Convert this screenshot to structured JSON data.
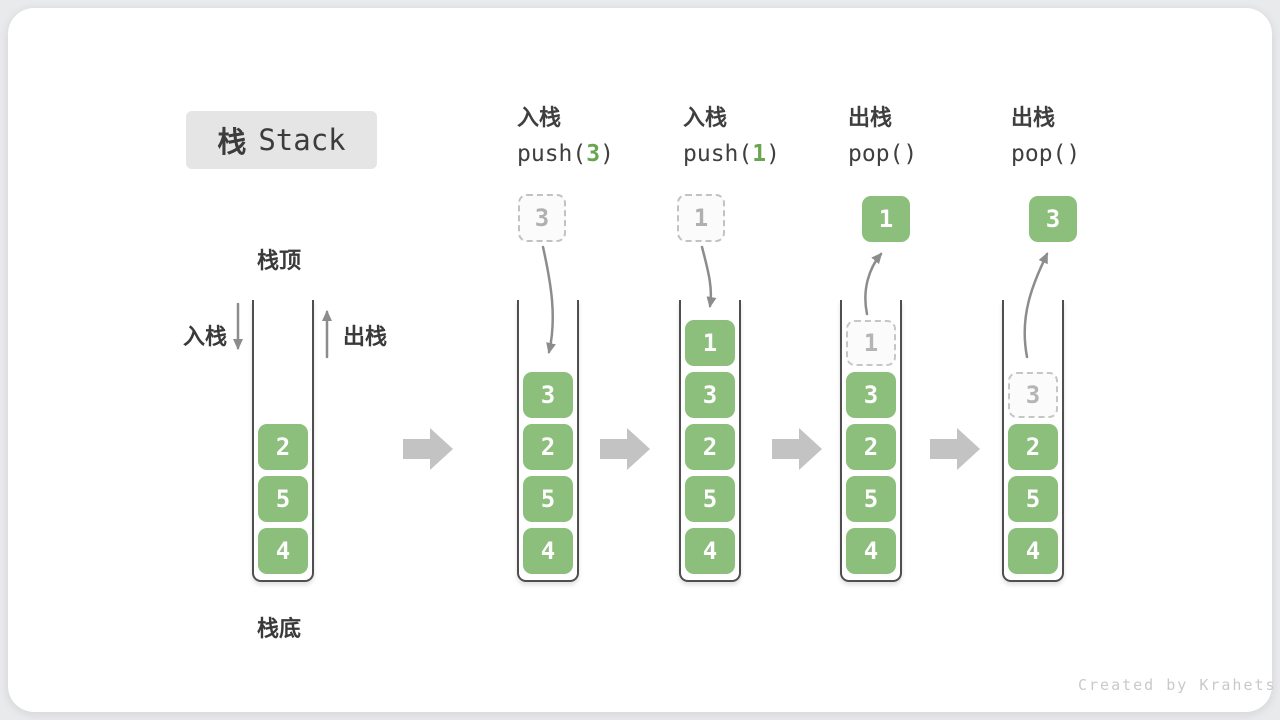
{
  "title": {
    "zh": "栈",
    "en": "Stack"
  },
  "annotations": {
    "stack_top": "栈顶",
    "stack_bottom": "栈底",
    "push_direction": "入栈",
    "pop_direction": "出栈"
  },
  "operations": [
    {
      "action": "入栈",
      "fn": "push(",
      "arg": "3",
      "close": ")"
    },
    {
      "action": "入栈",
      "fn": "push(",
      "arg": "1",
      "close": ")"
    },
    {
      "action": "出栈",
      "fn": "pop(",
      "arg": "",
      "close": ")"
    },
    {
      "action": "出栈",
      "fn": "pop(",
      "arg": "",
      "close": ")"
    }
  ],
  "stacks": [
    {
      "cells": [
        {
          "value": "2"
        },
        {
          "value": "5"
        },
        {
          "value": "4"
        }
      ]
    },
    {
      "floating": {
        "value": "3"
      },
      "cells": [
        {
          "value": "3"
        },
        {
          "value": "2"
        },
        {
          "value": "5"
        },
        {
          "value": "4"
        }
      ]
    },
    {
      "floating": {
        "value": "1"
      },
      "cells": [
        {
          "value": "1"
        },
        {
          "value": "3"
        },
        {
          "value": "2"
        },
        {
          "value": "5"
        },
        {
          "value": "4"
        }
      ]
    },
    {
      "floating": {
        "value": "1"
      },
      "cells": [
        {
          "value": "1"
        },
        {
          "value": "3"
        },
        {
          "value": "2"
        },
        {
          "value": "5"
        },
        {
          "value": "4"
        }
      ]
    },
    {
      "floating": {
        "value": "3"
      },
      "cells": [
        {
          "value": "3"
        },
        {
          "value": "2"
        },
        {
          "value": "5"
        },
        {
          "value": "4"
        }
      ]
    }
  ],
  "watermark": "Created by Krahets",
  "colors": {
    "box_green": "#8cbe7c",
    "code_arg_green": "#6ba552",
    "arrow_gray": "#8c8c8c",
    "flow_arrow_gray": "#c3c3c3",
    "badge_bg": "#e5e5e5"
  }
}
